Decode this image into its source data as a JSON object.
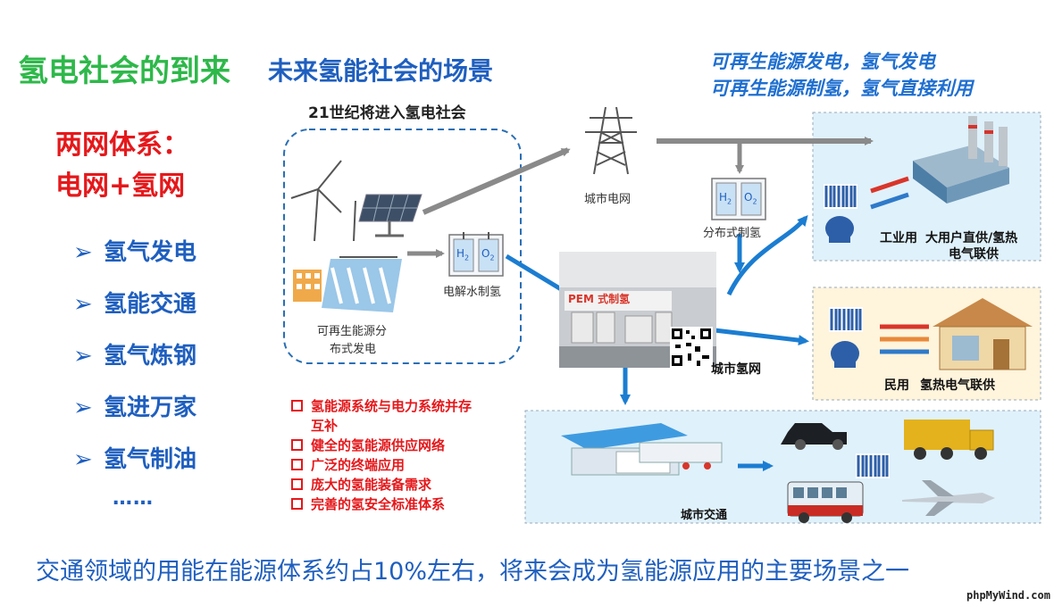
{
  "colors": {
    "green": "#2eb84a",
    "blue": "#1f5fbf",
    "red": "#e5181b",
    "panel_blue": "#dff1fb",
    "panel_yellow": "#fff4dc",
    "arrow_blue": "#1b7dd1",
    "arrow_gray": "#8a8a8a"
  },
  "header": {
    "title_green": "氢电社会的到来",
    "title_blue": "未来氢能社会的场景"
  },
  "top_right": {
    "line1": "可再生能源发电，氢气发电",
    "line2": "可再生能源制氢，氢气直接利用"
  },
  "subtitle": "21世纪将进入氢电社会",
  "two_network": {
    "line1": "两网体系：",
    "line2": "电网+氢网"
  },
  "bullets": [
    {
      "arrow": "➢",
      "label": "氢气发电"
    },
    {
      "arrow": "➢",
      "label": "氢能交通"
    },
    {
      "arrow": "➢",
      "label": "氢气炼钢"
    },
    {
      "arrow": "➢",
      "label": "氢进万家"
    },
    {
      "arrow": "➢",
      "label": "氢气制油"
    }
  ],
  "ellipsis": "……",
  "diagram": {
    "renewable_label_1": "可再生能源分",
    "renewable_label_2": "布式发电",
    "electrolysis_label": "电解水制氢",
    "city_grid_label": "城市电网",
    "distributed_h2_label": "分布式制氢",
    "h2_network_label": "城市氢网",
    "industrial_label_1": "工业用",
    "industrial_label_2": "大用户直供/氢热",
    "industrial_label_3": "电气联供",
    "residential_label_1": "民用",
    "residential_label_2": "氢热电气联供",
    "transport_label": "城市交通",
    "h2_symbol": "H",
    "h2_sub": "2",
    "o2_symbol": "O",
    "o2_sub": "2",
    "pem_text": "PEM",
    "pem_text_2": "式制氢"
  },
  "red_list": [
    {
      "line1": "氢能源系统与电力系统并存",
      "line2": "互补"
    },
    {
      "line1": "健全的氢能源供应网络",
      "line2": ""
    },
    {
      "line1": "广泛的终端应用",
      "line2": ""
    },
    {
      "line1": "庞大的氢能装备需求",
      "line2": ""
    },
    {
      "line1": "完善的氢安全标准体系",
      "line2": ""
    }
  ],
  "bottom_text": "交通领域的用能在能源体系约占10%左右，将来会成为氢能源应用的主要场景之一",
  "watermark": "phpMyWind.com"
}
